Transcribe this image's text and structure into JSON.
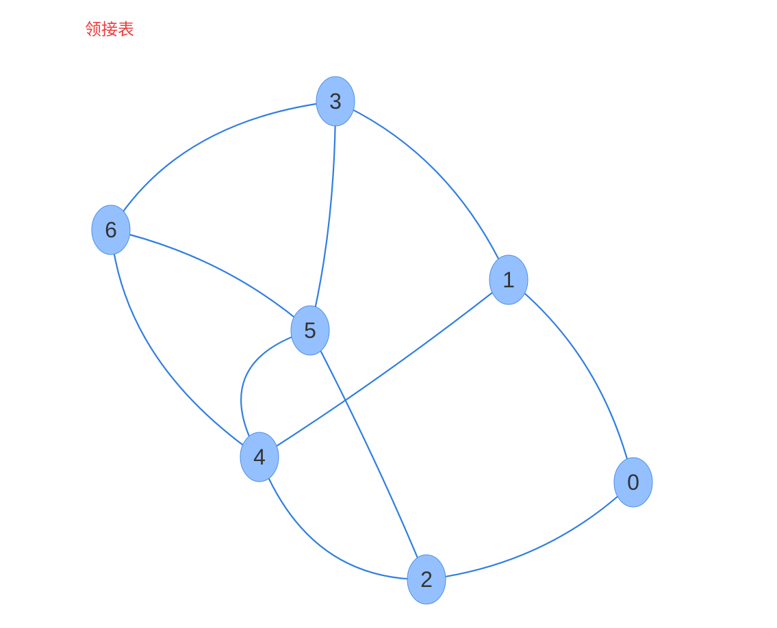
{
  "title": {
    "text": "领接表",
    "color": "#ee3c3c"
  },
  "graph": {
    "nodes": [
      {
        "id": "0",
        "label": "0"
      },
      {
        "id": "1",
        "label": "1"
      },
      {
        "id": "2",
        "label": "2"
      },
      {
        "id": "3",
        "label": "3"
      },
      {
        "id": "4",
        "label": "4"
      },
      {
        "id": "5",
        "label": "5"
      },
      {
        "id": "6",
        "label": "6"
      }
    ],
    "edges": [
      {
        "from": "0",
        "to": "1"
      },
      {
        "from": "0",
        "to": "2"
      },
      {
        "from": "1",
        "to": "3"
      },
      {
        "from": "1",
        "to": "4"
      },
      {
        "from": "2",
        "to": "4"
      },
      {
        "from": "2",
        "to": "5"
      },
      {
        "from": "3",
        "to": "5"
      },
      {
        "from": "3",
        "to": "6"
      },
      {
        "from": "4",
        "to": "5"
      },
      {
        "from": "4",
        "to": "6"
      },
      {
        "from": "5",
        "to": "6"
      }
    ],
    "colors": {
      "edge": "#2f7ee2",
      "node_fill": "#94c0ff",
      "node_stroke": "#4d8ee6",
      "node_text": "#333333"
    }
  }
}
